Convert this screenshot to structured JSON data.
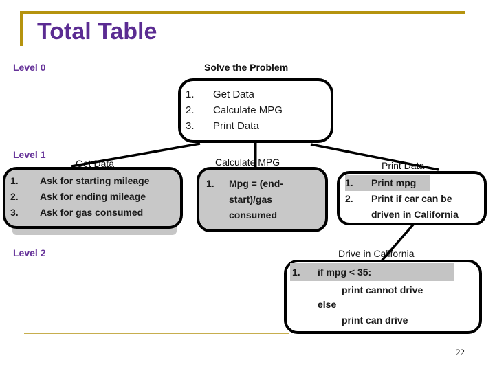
{
  "slide": {
    "title": "Total Table",
    "page_number": "22"
  },
  "labels": {
    "level0": "Level 0",
    "level1": "Level 1",
    "level2": "Level 2"
  },
  "level0": {
    "heading": "Solve the Problem",
    "items": [
      {
        "num": "1.",
        "text": "Get Data"
      },
      {
        "num": "2.",
        "text": "Calculate MPG"
      },
      {
        "num": "3.",
        "text": "Print Data"
      }
    ]
  },
  "level1": {
    "get_data": {
      "label": "Get Data",
      "items": [
        {
          "num": "1.",
          "text": "Ask for starting mileage"
        },
        {
          "num": "2.",
          "text": "Ask for ending mileage"
        },
        {
          "num": "3.",
          "text": "Ask for gas consumed"
        }
      ]
    },
    "calculate_mpg": {
      "label": "Calculate MPG",
      "item": {
        "num": "1.",
        "lines": [
          "Mpg = (end-",
          "start)/gas",
          "consumed"
        ]
      }
    },
    "print_data": {
      "label": "Print Data",
      "item1": {
        "num": "1.",
        "text": "Print mpg"
      },
      "item2": {
        "num": "2.",
        "lines": [
          "Print if car can be",
          "driven in California"
        ]
      }
    }
  },
  "level2": {
    "label": "Drive in California",
    "row1": {
      "num": "1.",
      "text": "if mpg < 35:"
    },
    "row2": "print cannot drive",
    "row3": "else",
    "row4": "print can drive"
  },
  "colors": {
    "title_purple": "#5B2C92",
    "label_purple": "#663399",
    "gold_rule": "#B5930F",
    "gold_rule_light": "#C7AE4E",
    "box_fill_gray": "#C8C8C8",
    "highlight_gray": "#C4C4C4",
    "border_black": "#000000"
  }
}
